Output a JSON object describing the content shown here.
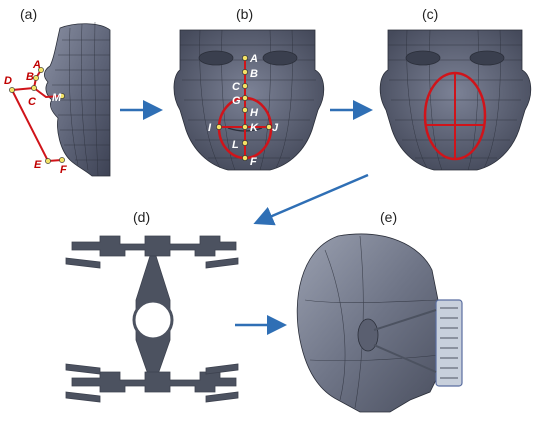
{
  "panels": {
    "a": "(a)",
    "b": "(b)",
    "c": "(c)",
    "d": "(d)",
    "e": "(e)"
  },
  "points_a": [
    "A",
    "B",
    "C",
    "M",
    "D",
    "E",
    "F"
  ],
  "points_b": [
    "A",
    "B",
    "C",
    "G",
    "H",
    "I",
    "J",
    "K",
    "L",
    "F"
  ],
  "colors": {
    "landmark_line": "#d0141a",
    "landmark_dot": "#f3e266",
    "arrow": "#2f6fb5",
    "head_mesh": "#5d6275",
    "mask": "#4c5260"
  }
}
